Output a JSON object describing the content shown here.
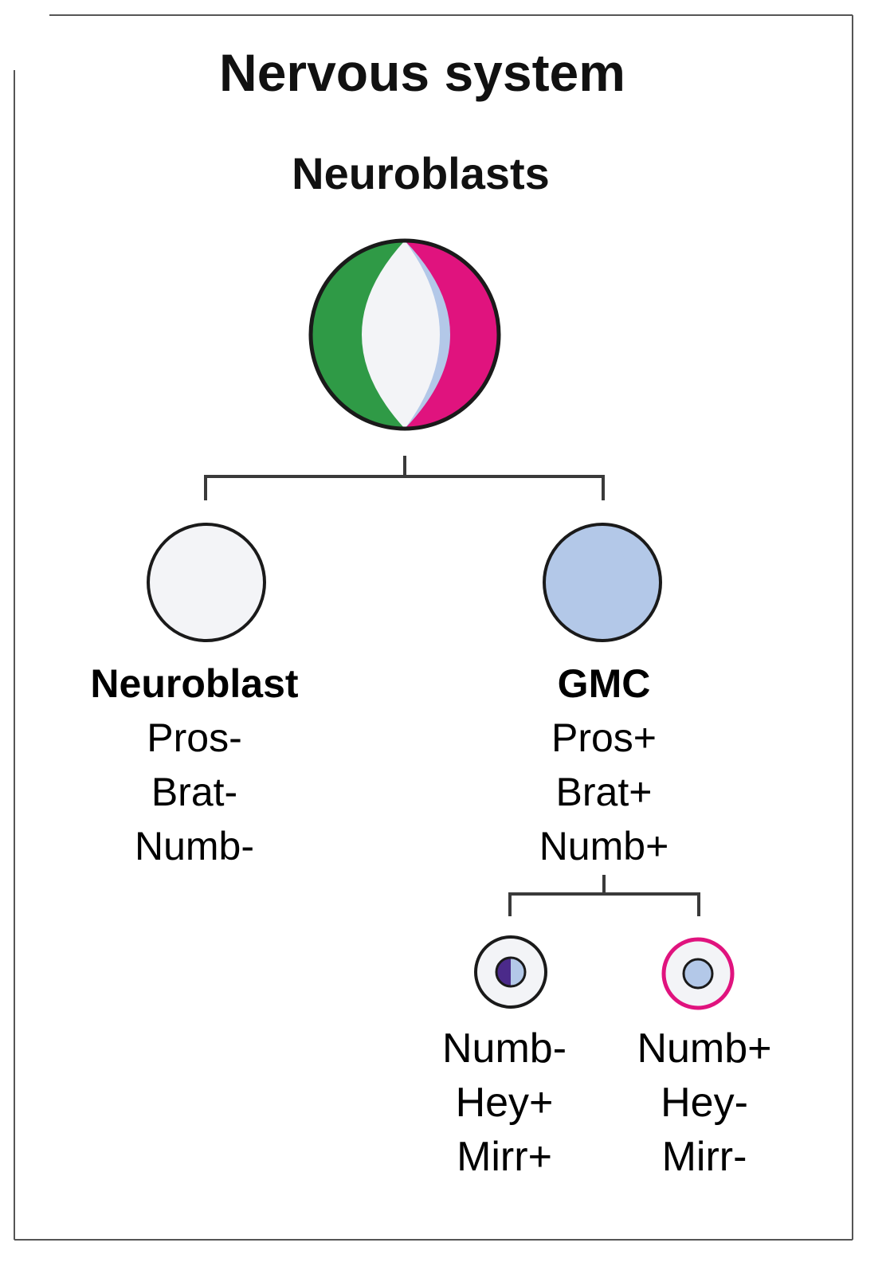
{
  "title": "Nervous system",
  "subtitle": "Neuroblasts",
  "colors": {
    "green": "#2f9a46",
    "magenta": "#e0137e",
    "light_blue": "#b3c8e8",
    "cell_fill": "#f3f4f7",
    "purple": "#4b2a8a",
    "outline": "#1a1a1a"
  },
  "cells": {
    "neuroblast": {
      "name": "Neuroblast",
      "markers": [
        "Pros-",
        "Brat-",
        "Numb-"
      ]
    },
    "gmc": {
      "name": "GMC",
      "markers": [
        "Pros+",
        "Brat+",
        "Numb+"
      ]
    },
    "daughter_left": {
      "markers": [
        "Numb-",
        "Hey+",
        "Mirr+"
      ]
    },
    "daughter_right": {
      "markers": [
        "Numb+",
        "Hey-",
        "Mirr-"
      ]
    }
  }
}
